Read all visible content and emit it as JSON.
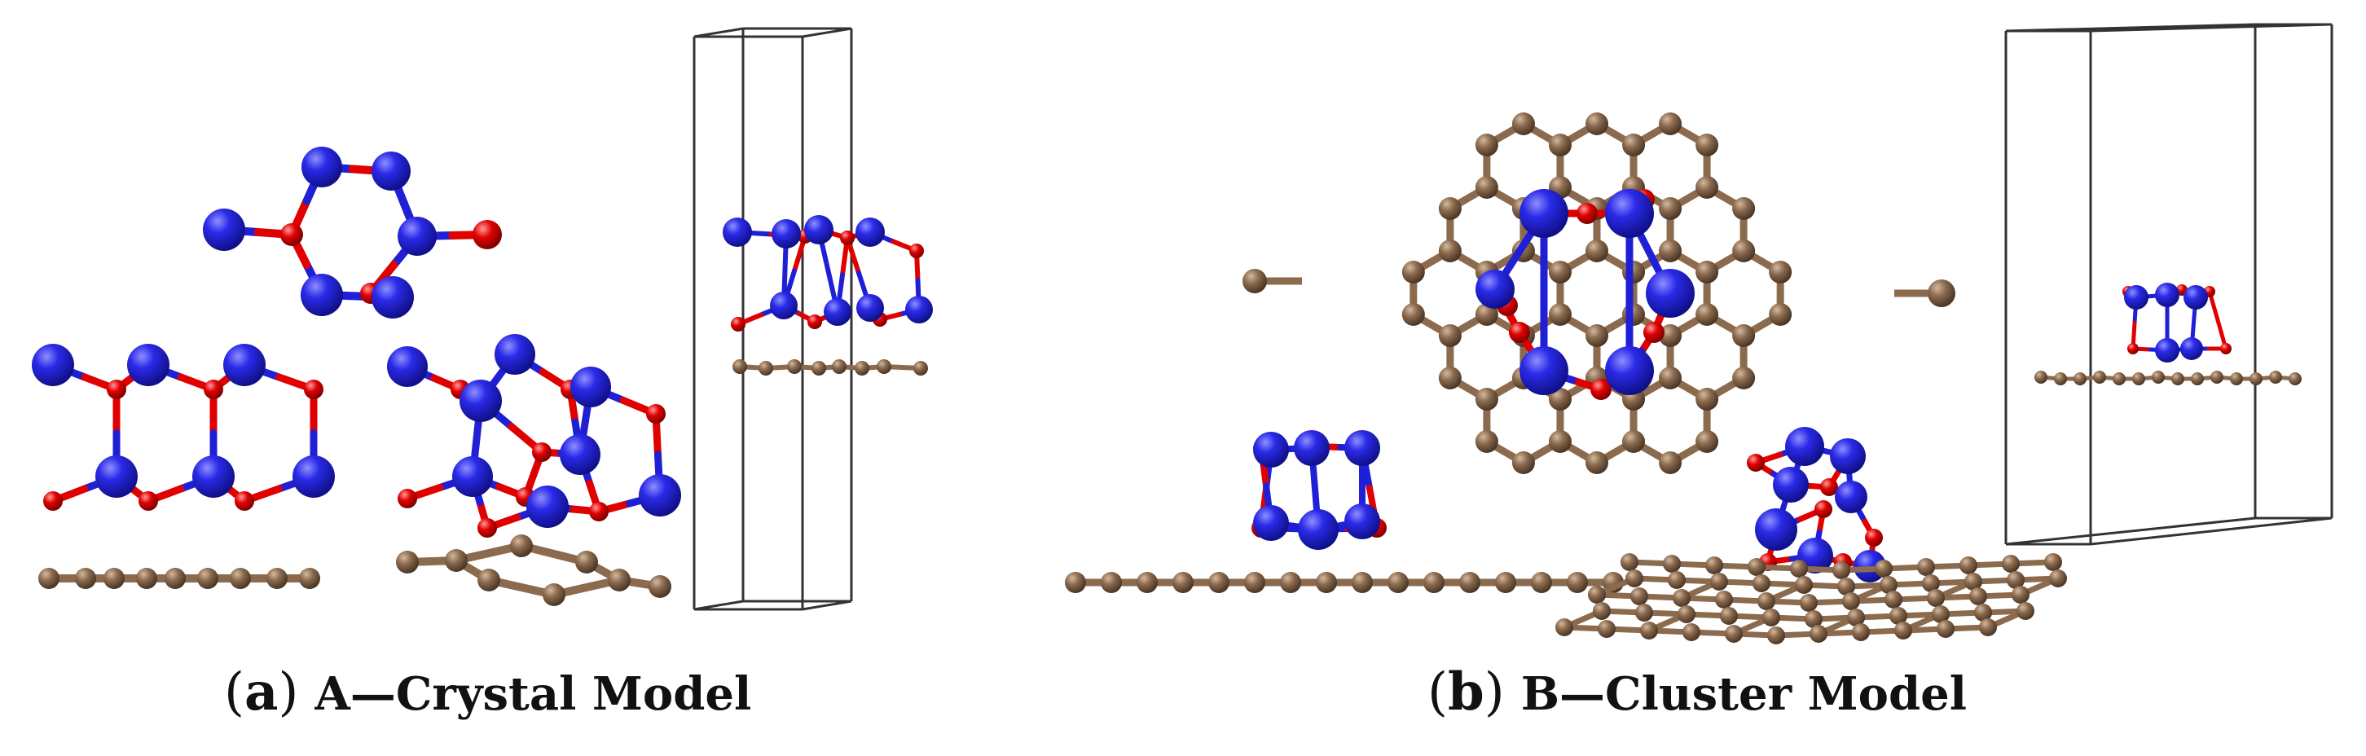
{
  "captions": {
    "a": {
      "open": "(",
      "letter": "a",
      "close": ")",
      "text": "A—Crystal Model"
    },
    "b": {
      "open": "(",
      "letter": "b",
      "close": ")",
      "text": "B—Cluster Model"
    }
  },
  "colors": {
    "blue_atom": "#1f1fd6",
    "red_atom": "#e00000",
    "carbon_atom": "#8b6a4e",
    "bond_carbon": "#8b6a4e",
    "cell_outline": "#333333",
    "background": "#ffffff"
  }
}
